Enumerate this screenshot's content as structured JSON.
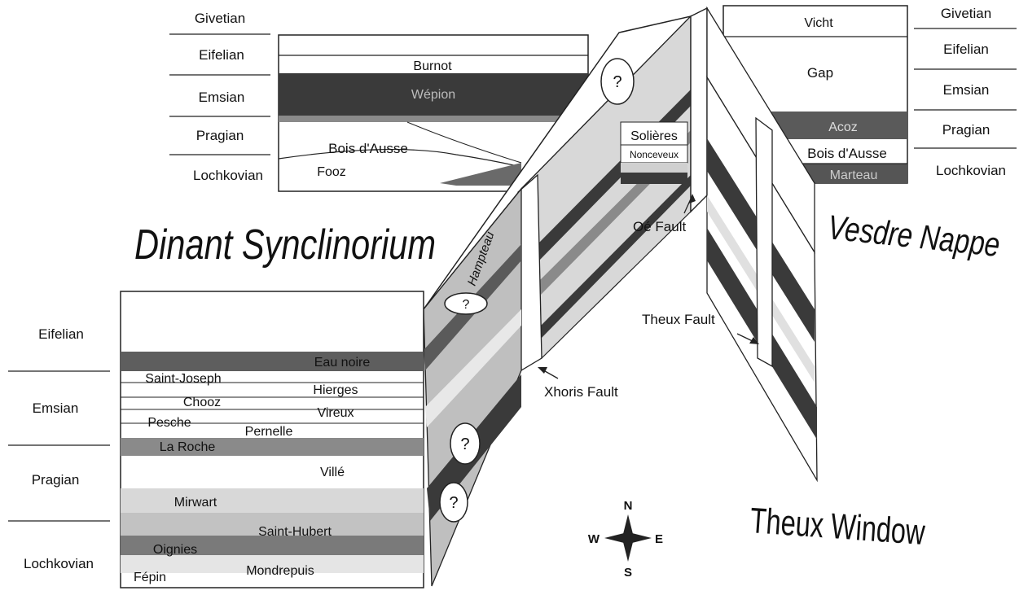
{
  "left_stages": [
    "Eifelian",
    "Emsian",
    "Pragian",
    "Lochkovian"
  ],
  "top_left_stages": [
    "Givetian",
    "Eifelian",
    "Emsian",
    "Pragian",
    "Lochkovian"
  ],
  "right_stages": [
    "Givetian",
    "Eifelian",
    "Emsian",
    "Pragian",
    "Lochkovian"
  ],
  "dinant_formations": {
    "eau_noire": "Eau noire",
    "saint_joseph": "Saint-Joseph",
    "hierges": "Hierges",
    "chooz": "Chooz",
    "vireux": "Vireux",
    "pesche": "Pesche",
    "pernelle": "Pernelle",
    "la_roche": "La Roche",
    "ville": "Villé",
    "mirwart": "Mirwart",
    "saint_hubert": "Saint-Hubert",
    "oignies": "Oignies",
    "mondrepuis": "Mondrepuis",
    "fepin": "Fépin"
  },
  "north_formations": {
    "burnot": "Burnot",
    "wepion": "Wépion",
    "bois_dausse": "Bois d'Ausse",
    "fooz": "Fooz"
  },
  "middle_formations": {
    "solieres": "Solières",
    "nonceveux": "Nonceveux"
  },
  "vesdre_formations": {
    "vicht": "Vicht",
    "gap": "Gap",
    "acoz": "Acoz",
    "bois_dausse": "Bois d'Ausse",
    "marteau": "Marteau"
  },
  "region_titles": {
    "dinant": "Dinant Synclinorium",
    "vesdre": "Vesdre Nappe",
    "theux": "Theux Window"
  },
  "faults": {
    "oe": "Oé Fault",
    "theux": "Theux Fault",
    "xhoris": "Xhoris Fault",
    "hampteau": "Hampteau"
  },
  "question_mark": "?",
  "compass": {
    "n": "N",
    "s": "S",
    "e": "E",
    "w": "W"
  },
  "colors": {
    "dark": "#3a3a3a",
    "mid": "#8a8a8a",
    "light": "#cfcfcf",
    "paper": "#ffffff"
  }
}
